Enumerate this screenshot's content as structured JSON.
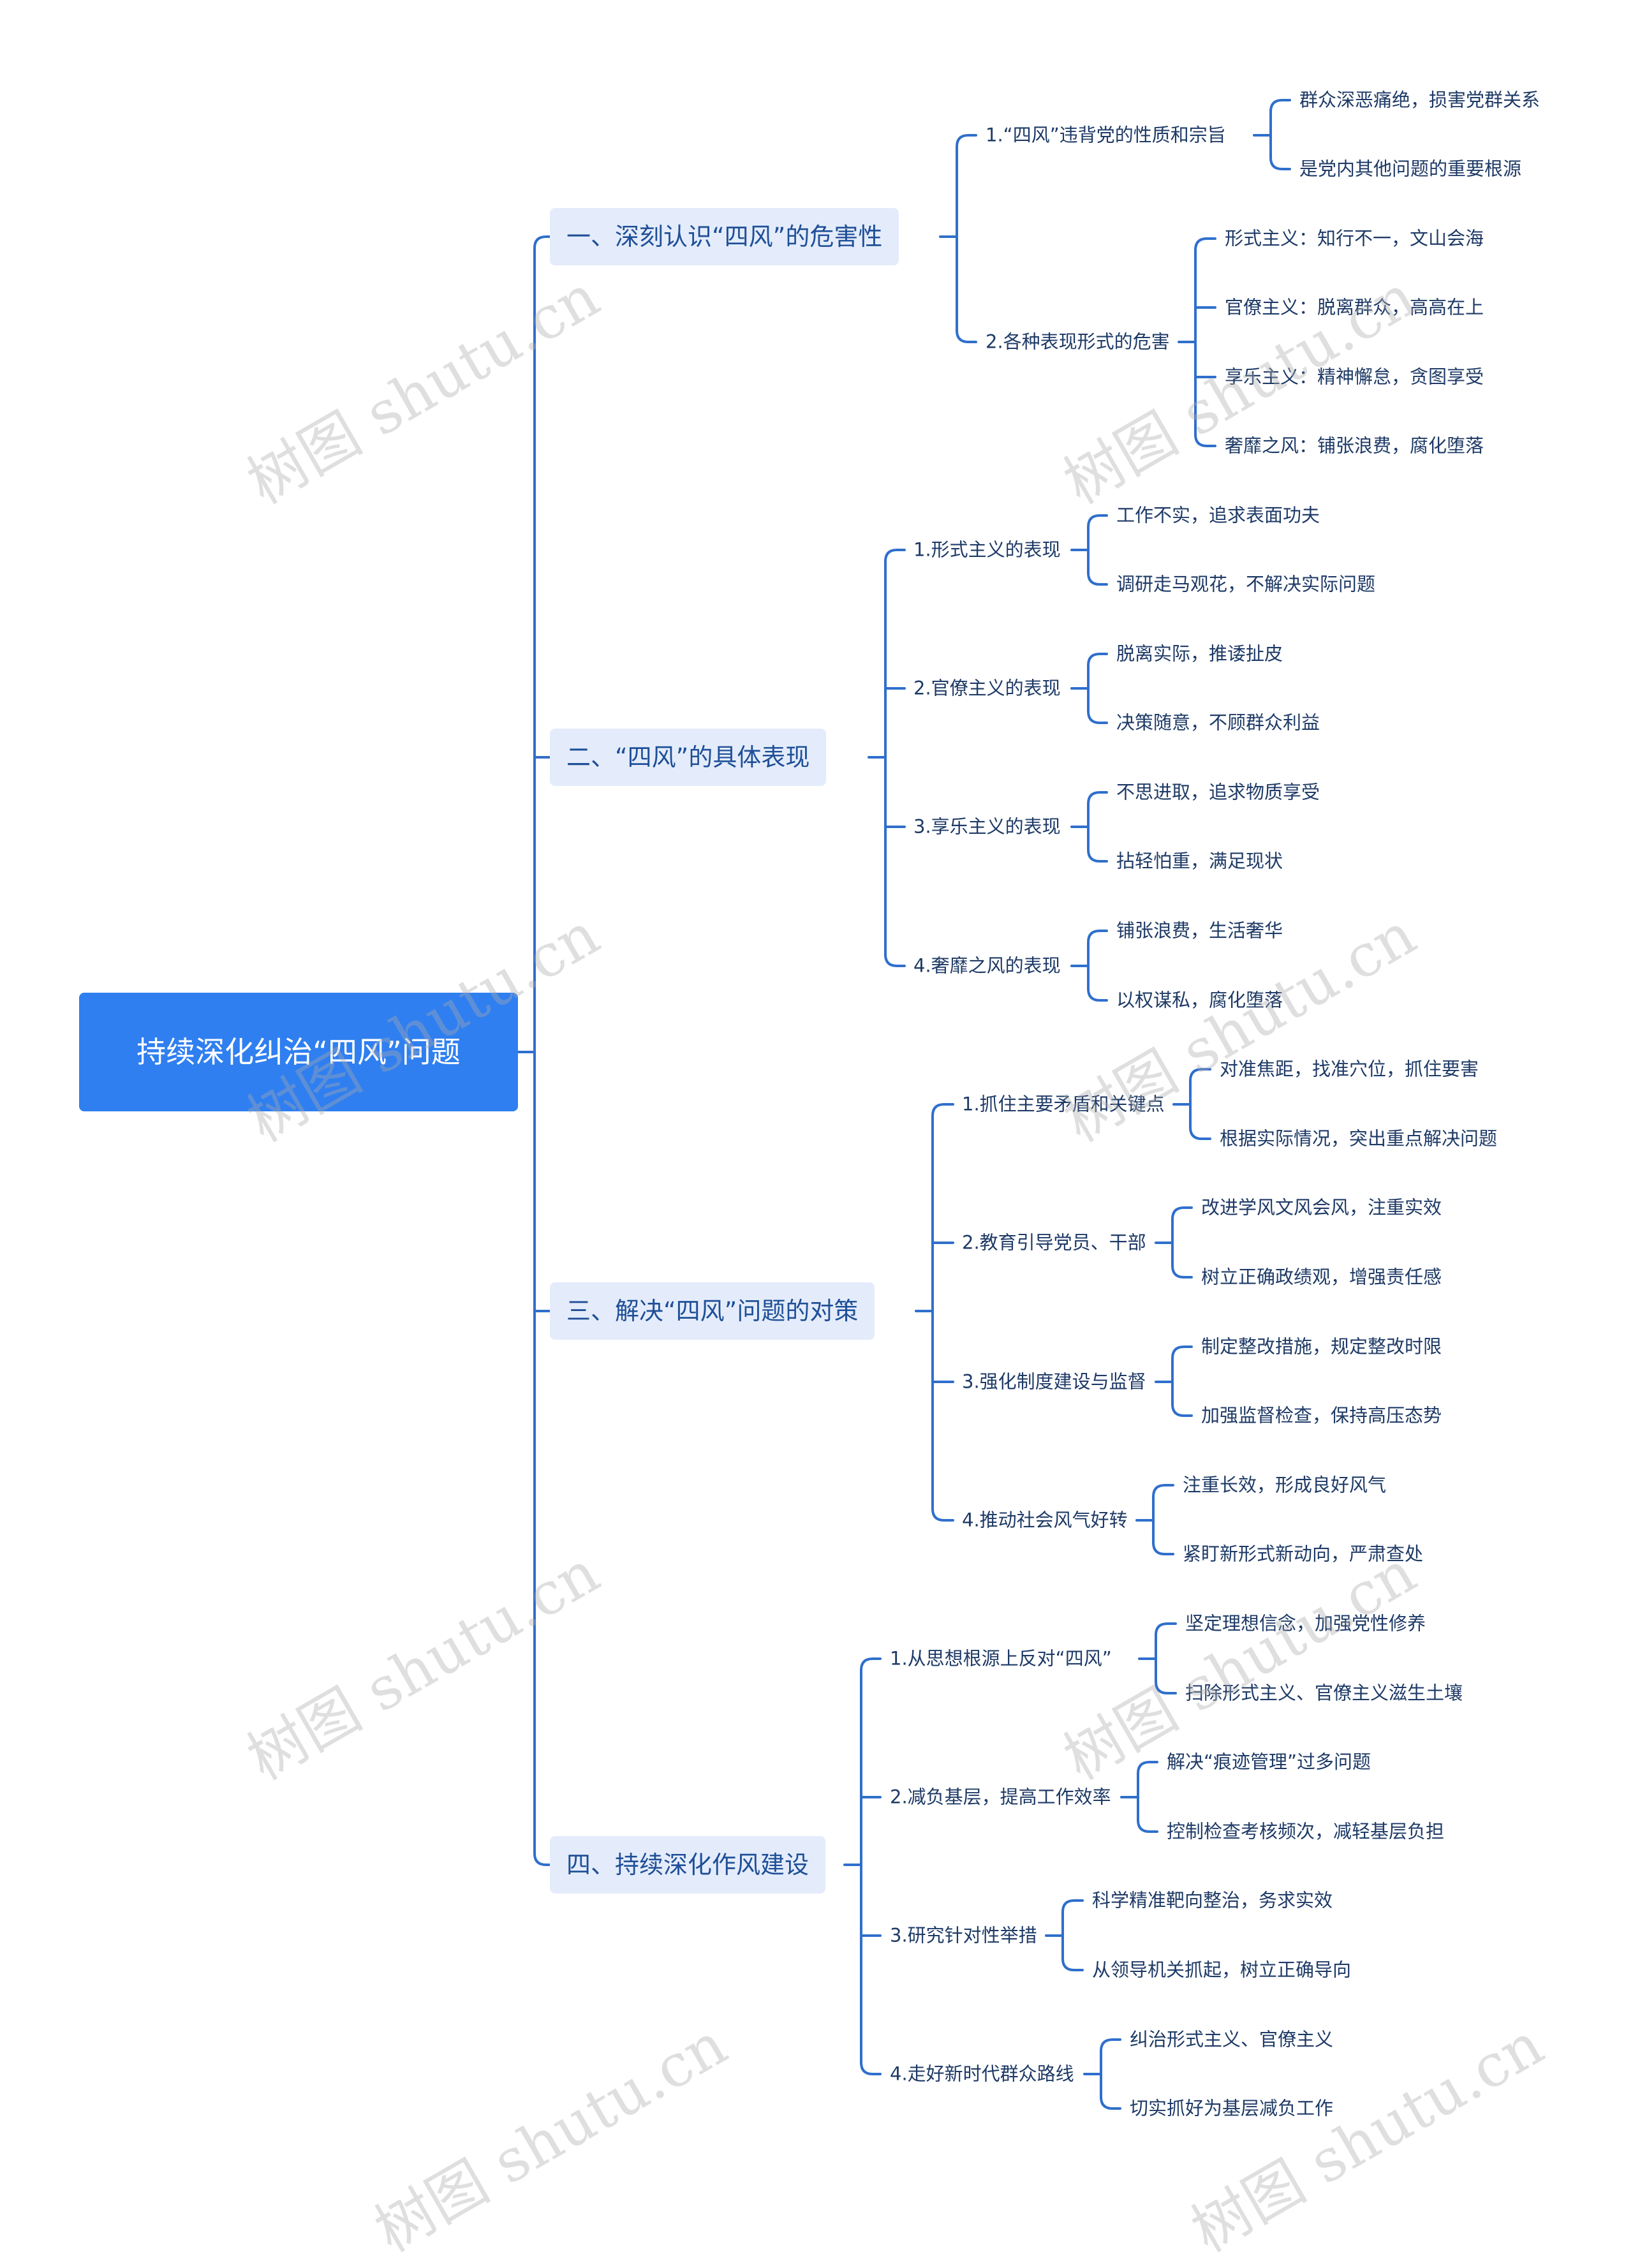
{
  "root": {
    "title": "持续深化纠治“四风”问题"
  },
  "branches": [
    {
      "label": "一、深刻认识“四风”的危害性",
      "children": [
        {
          "label": "1.“四风”违背党的性质和宗旨",
          "children": [
            "群众深恶痛绝，损害党群关系",
            "是党内其他问题的重要根源"
          ]
        },
        {
          "label": "2.各种表现形式的危害",
          "children": [
            "形式主义：知行不一，文山会海",
            "官僚主义：脱离群众，高高在上",
            "享乐主义：精神懈怠，贪图享受",
            "奢靡之风：铺张浪费，腐化堕落"
          ]
        }
      ]
    },
    {
      "label": "二、“四风”的具体表现",
      "children": [
        {
          "label": "1.形式主义的表现",
          "children": [
            "工作不实，追求表面功夫",
            "调研走马观花，不解决实际问题"
          ]
        },
        {
          "label": "2.官僚主义的表现",
          "children": [
            "脱离实际，推诿扯皮",
            "决策随意，不顾群众利益"
          ]
        },
        {
          "label": "3.享乐主义的表现",
          "children": [
            "不思进取，追求物质享受",
            "拈轻怕重，满足现状"
          ]
        },
        {
          "label": "4.奢靡之风的表现",
          "children": [
            "铺张浪费，生活奢华",
            "以权谋私，腐化堕落"
          ]
        }
      ]
    },
    {
      "label": "三、解决“四风”问题的对策",
      "children": [
        {
          "label": "1.抓住主要矛盾和关键点",
          "children": [
            "对准焦距，找准穴位，抓住要害",
            "根据实际情况，突出重点解决问题"
          ]
        },
        {
          "label": "2.教育引导党员、干部",
          "children": [
            "改进学风文风会风，注重实效",
            "树立正确政绩观，增强责任感"
          ]
        },
        {
          "label": "3.强化制度建设与监督",
          "children": [
            "制定整改措施，规定整改时限",
            "加强监督检查，保持高压态势"
          ]
        },
        {
          "label": "4.推动社会风气好转",
          "children": [
            "注重长效，形成良好风气",
            "紧盯新形式新动向，严肃查处"
          ]
        }
      ]
    },
    {
      "label": "四、持续深化作风建设",
      "children": [
        {
          "label": "1.从思想根源上反对“四风”",
          "children": [
            "坚定理想信念，加强党性修养",
            "扫除形式主义、官僚主义滋生土壤"
          ]
        },
        {
          "label": "2.减负基层，提高工作效率",
          "children": [
            "解决“痕迹管理”过多问题",
            "控制检查考核频次，减轻基层负担"
          ]
        },
        {
          "label": "3.研究针对性举措",
          "children": [
            "科学精准靶向整治，务求实效",
            "从领导机关抓起，树立正确导向"
          ]
        },
        {
          "label": "4.走好新时代群众路线",
          "children": [
            "纠治形式主义、官僚主义",
            "切实抓好为基层减负工作"
          ]
        }
      ]
    }
  ],
  "watermark": {
    "text": "树图 shutu.cn"
  },
  "colors": {
    "root_fill": "#2f7ff0",
    "branch_fill": "#e4ecfb",
    "line": "#2f6fcc",
    "text": "#1e3a66"
  }
}
